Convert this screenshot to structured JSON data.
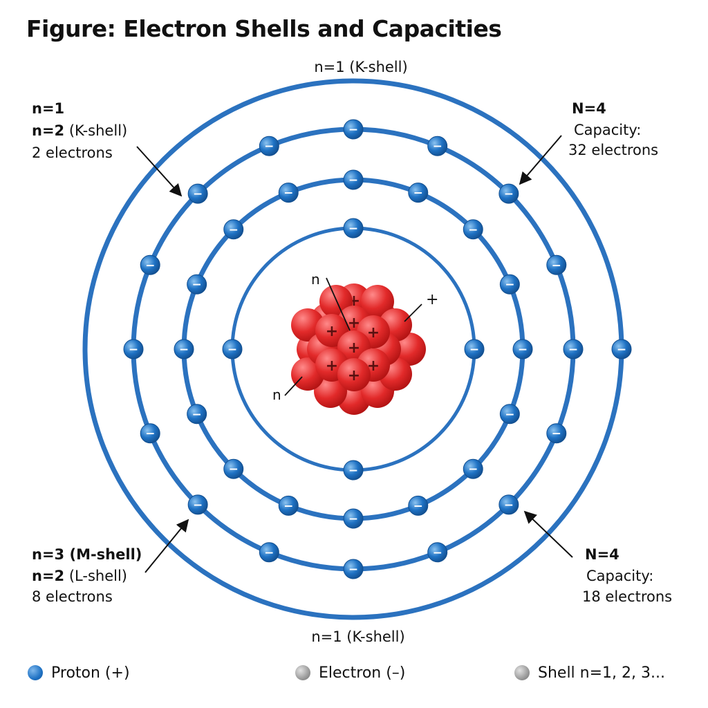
{
  "title": "Figure: Electron Shells and Capacities",
  "colors": {
    "shell": "#2b72bf",
    "electron": "#1f72c4",
    "nucleus": "#e22a2a",
    "text": "#111111"
  },
  "top_label": "n=1 (K-shell)",
  "bottom_label": "n=1 (K-shell)",
  "callouts": {
    "top_left": {
      "line1": "n=1",
      "line2_bold": "n=2",
      "line2_rest": " (K-shell)",
      "line3": "2 electrons"
    },
    "top_right": {
      "line1": "N=4",
      "line2": "Capacity:",
      "line3": "32 electrons"
    },
    "bottom_left": {
      "line1": "n=3 (M-shell)",
      "line2_bold": "n=2",
      "line2_rest": " (L-shell)",
      "line3": "8 electrons"
    },
    "bottom_right": {
      "line1": "N=4",
      "line2": "Capacity:",
      "line3": "18 electrons"
    }
  },
  "nucleus": {
    "proton_symbol": "+",
    "labels": {
      "neutron_top": "n",
      "neutron_bottom": "n",
      "proton": "+"
    }
  },
  "shells": [
    {
      "shell": 1,
      "electrons_shown": 4
    },
    {
      "shell": 2,
      "electrons_shown": 16
    },
    {
      "shell": 3,
      "electrons_shown": 16
    },
    {
      "shell": 4,
      "electrons_shown": 1
    }
  ],
  "electron_symbol": "−",
  "legend": [
    {
      "label": "Proton (+)",
      "icon": "blue-sphere-icon",
      "color": "blue"
    },
    {
      "label": "Electron (–)",
      "icon": "grey-sphere-icon",
      "color": "grey"
    },
    {
      "label": "Shell n=1, 2, 3...",
      "icon": "grey-sphere-icon",
      "color": "grey"
    }
  ]
}
